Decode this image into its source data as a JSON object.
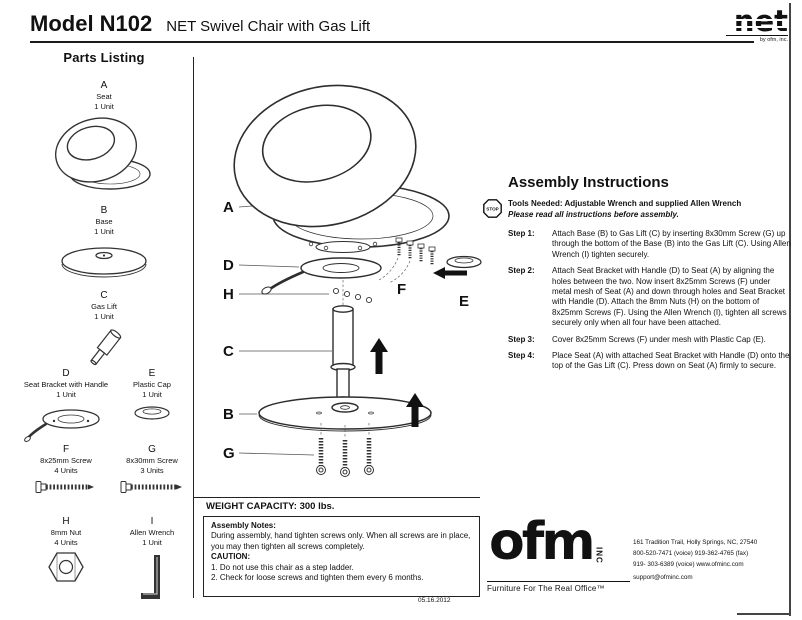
{
  "header": {
    "model": "Model N102",
    "subtitle": "NET Swivel Chair with Gas Lift",
    "logo_text": "net",
    "logo_sub": "by ofm, inc."
  },
  "parts_listing": {
    "title": "Parts Listing",
    "parts": [
      {
        "key": "A",
        "name": "Seat",
        "qty": "1 Unit"
      },
      {
        "key": "B",
        "name": "Base",
        "qty": "1 Unit"
      },
      {
        "key": "C",
        "name": "Gas Lift",
        "qty": "1 Unit"
      },
      {
        "key": "D",
        "name": "Seat Bracket with Handle",
        "qty": "1 Unit"
      },
      {
        "key": "E",
        "name": "Plastic Cap",
        "qty": "1 Unit"
      },
      {
        "key": "F",
        "name": "8x25mm Screw",
        "qty": "4 Units"
      },
      {
        "key": "G",
        "name": "8x30mm Screw",
        "qty": "3 Units"
      },
      {
        "key": "H",
        "name": "8mm Nut",
        "qty": "4 Units"
      },
      {
        "key": "I",
        "name": "Allen Wrench",
        "qty": "1 Unit"
      }
    ]
  },
  "diagram": {
    "labels": {
      "a": "A",
      "b": "B",
      "c": "C",
      "d": "D",
      "e": "E",
      "f": "F",
      "g": "G",
      "h": "H"
    }
  },
  "assembly": {
    "title": "Assembly Instructions",
    "stop_label": "STOP",
    "tools_needed": "Tools Needed: Adjustable Wrench and supplied Allen Wrench",
    "read_notice": "Please read all instructions before assembly.",
    "steps": [
      {
        "label": "Step 1:",
        "text": "Attach Base (B) to Gas Lift (C) by inserting 8x30mm Screw (G) up through the bottom of the Base (B) into the Gas Lift (C). Using Allen Wrench (I) tighten securely."
      },
      {
        "label": "Step 2:",
        "text": "Attach Seat Bracket with Handle (D) to Seat (A) by aligning the holes between the two. Now insert 8x25mm Screws (F) under metal mesh of Seat (A) and down through holes and Seat Bracket with Handle (D). Attach the 8mm Nuts (H) on the bottom of 8x25mm Screws (F). Using the Allen Wrench (I), tighten all screws securely only when all four have been attached."
      },
      {
        "label": "Step 3:",
        "text": "Cover 8x25mm Screws (F) under mesh with Plastic Cap (E)."
      },
      {
        "label": "Step 4:",
        "text": "Place Seat (A) with attached Seat Bracket with Handle (D) onto the top of the Gas Lift (C). Press down on Seat (A) firmly to secure."
      }
    ]
  },
  "weight_capacity": "WEIGHT CAPACITY: 300 lbs.",
  "notes": {
    "title": "Assembly Notes:",
    "body": "During assembly, hand tighten screws only. When all screws are in place, you may then tighten all screws completely.",
    "caution_title": "CAUTION:",
    "caution_items": [
      "1. Do not use this chair as a step ladder.",
      "2. Check for loose screws and tighten them every 6 months."
    ]
  },
  "footer": {
    "logo_text": "ofm",
    "logo_inc": "INC",
    "tagline": "Furniture For The Real Office™",
    "address": "161 Tradition Trail,  Holly Springs, NC, 27540",
    "phone_fax": "800-520-7471 (voice)    919-362-4765 (fax)",
    "phone_web": "919- 303-6389 (voice)   www.ofminc.com",
    "email": "support@ofminc.com",
    "date": "05.16.2012"
  }
}
